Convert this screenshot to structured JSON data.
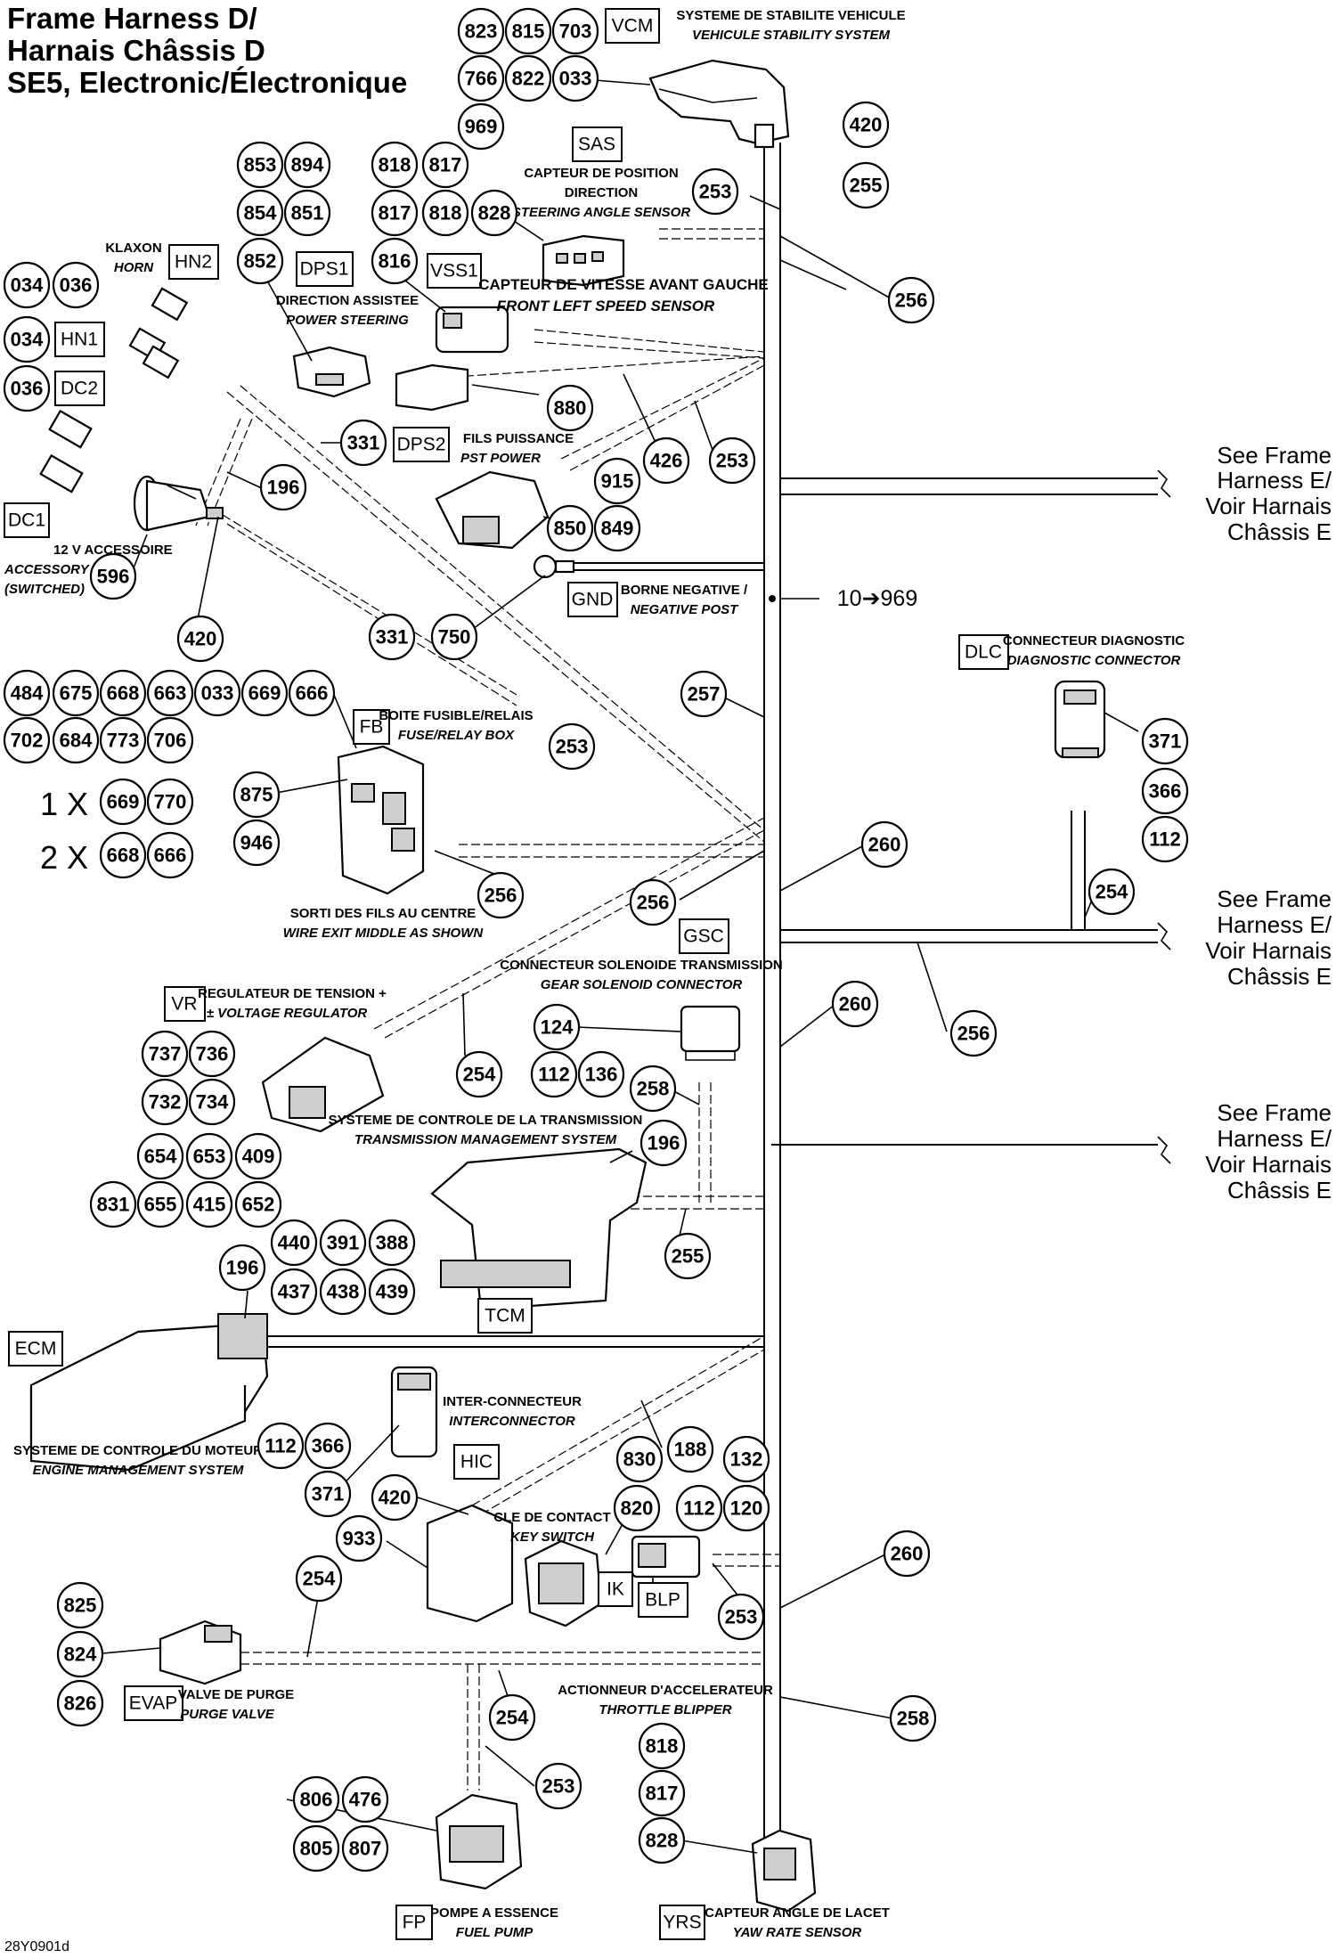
{
  "title": {
    "line1": "Frame Harness D/",
    "line2": "Harnais Châssis D",
    "line3": "SE5, Electronic/Électronique"
  },
  "footer": "28Y0901d",
  "ref_range": "10➔969",
  "multipliers": {
    "one": "1 X",
    "two": "2 X"
  },
  "see_frame": {
    "l1": "See Frame",
    "l2": "Harness E/",
    "l3": "Voir Harnais",
    "l4": "Châssis E"
  },
  "codes": {
    "VCM": "VCM",
    "SAS": "SAS",
    "HN2": "HN2",
    "HN1": "HN1",
    "DC2": "DC2",
    "DC1": "DC1",
    "DPS1": "DPS1",
    "VSS1": "VSS1",
    "DPS2": "DPS2",
    "GND": "GND",
    "DLC": "DLC",
    "FB": "FB",
    "GSC": "GSC",
    "VR": "VR",
    "TCM": "TCM",
    "ECM": "ECM",
    "HIC": "HIC",
    "IK": "IK",
    "BLP": "BLP",
    "EVAP": "EVAP",
    "FP": "FP",
    "YRS": "YRS"
  },
  "labels": {
    "vcm_fr": "SYSTEME DE STABILITE VEHICULE",
    "vcm_en": "VEHICULE STABILITY SYSTEM",
    "sas_fr1": "CAPTEUR DE POSITION",
    "sas_fr2": "DIRECTION",
    "sas_en": "STEERING ANGLE SENSOR",
    "horn_fr": "KLAXON",
    "horn_en": "HORN",
    "dps1_fr": "DIRECTION ASSISTEE",
    "dps1_en": "POWER STEERING",
    "vss1_fr": "CAPTEUR DE VITESSE AVANT GAUCHE",
    "vss1_en": "FRONT LEFT SPEED SENSOR",
    "pst_fr": "FILS PUISSANCE",
    "pst_en": "PST POWER",
    "dc1_fr": "12 V ACCESSOIRE",
    "dc1_en1": "ACCESSORY 12 V",
    "dc1_en2": "(SWITCHED)",
    "gnd_fr": "BORNE NEGATIVE /",
    "gnd_en": "NEGATIVE POST",
    "dlc_fr": "CONNECTEUR DIAGNOSTIC",
    "dlc_en": "DIAGNOSTIC CONNECTOR",
    "fb_fr": "BOITE FUSIBLE/RELAIS",
    "fb_en": "FUSE/RELAY BOX",
    "wire_fr": "SORTI DES FILS AU CENTRE",
    "wire_en": "WIRE EXIT MIDDLE AS SHOWN",
    "gsc_fr": "CONNECTEUR SOLENOIDE TRANSMISSION",
    "gsc_en": "GEAR SOLENOID CONNECTOR",
    "vr_fr": "REGULATEUR DE TENSION +",
    "vr_en": "± VOLTAGE REGULATOR",
    "tcm_fr": "SYSTEME DE CONTROLE DE LA TRANSMISSION",
    "tcm_en": "TRANSMISSION MANAGEMENT SYSTEM",
    "ecm_fr": "SYSTEME DE CONTROLE DU MOTEUR",
    "ecm_en": "ENGINE MANAGEMENT SYSTEM",
    "hic_fr": "INTER-CONNECTEUR",
    "hic_en": "INTERCONNECTOR",
    "ik_fr": "CLE DE CONTACT",
    "ik_en": "KEY SWITCH",
    "blp_fr": "ACTIONNEUR D'ACCELERATEUR",
    "blp_en": "THROTTLE BLIPPER",
    "evap_fr": "VALVE DE PURGE",
    "evap_en": "PURGE VALVE",
    "fp_fr": "POMPE A ESSENCE",
    "fp_en": "FUEL PUMP",
    "yrs_fr": "CAPTEUR ANGLE DE LACET",
    "yrs_en": "YAW RATE SENSOR"
  },
  "parts": {
    "p823": "823",
    "p815": "815",
    "p703": "703",
    "p766": "766",
    "p822": "822",
    "p033a": "033",
    "p969": "969",
    "p420a": "420",
    "p853": "853",
    "p894": "894",
    "p854": "854",
    "p851": "851",
    "p852": "852",
    "p818a": "818",
    "p817a": "817",
    "p817b": "817",
    "p818b": "818",
    "p828a": "828",
    "p816": "816",
    "p253a": "253",
    "p255a": "255",
    "p256a": "256",
    "p034a": "034",
    "p036a": "036",
    "p034b": "034",
    "p036b": "036",
    "p880": "880",
    "p331a": "331",
    "p196a": "196",
    "p426": "426",
    "p253b": "253",
    "p915": "915",
    "p850": "850",
    "p849": "849",
    "p596": "596",
    "p420b": "420",
    "p331b": "331",
    "p750": "750",
    "p484": "484",
    "p675": "675",
    "p668a": "668",
    "p663": "663",
    "p033b": "033",
    "p669a": "669",
    "p666a": "666",
    "p702": "702",
    "p684": "684",
    "p773": "773",
    "p706": "706",
    "p669b": "669",
    "p770": "770",
    "p668b": "668",
    "p666b": "666",
    "p257": "257",
    "p253c": "253",
    "p875": "875",
    "p946": "946",
    "p371a": "371",
    "p366a": "366",
    "p112a": "112",
    "p260a": "260",
    "p256b": "256",
    "p256c": "256",
    "p254a": "254",
    "p256d": "256",
    "p260b": "260",
    "p124": "124",
    "p112b": "112",
    "p136": "136",
    "p258a": "258",
    "p737": "737",
    "p736": "736",
    "p732": "732",
    "p734": "734",
    "p254b": "254",
    "p654": "654",
    "p653": "653",
    "p409": "409",
    "p196b": "196",
    "p831": "831",
    "p655": "655",
    "p415": "415",
    "p652": "652",
    "p440": "440",
    "p391": "391",
    "p388": "388",
    "p437": "437",
    "p438": "438",
    "p439": "439",
    "p255b": "255",
    "p196c": "196",
    "p112c": "112",
    "p366b": "366",
    "p371b": "371",
    "p188": "188",
    "p830": "830",
    "p132": "132",
    "p420c": "420",
    "p820": "820",
    "p112d": "112",
    "p120": "120",
    "p933": "933",
    "p260c": "260",
    "p825": "825",
    "p824": "824",
    "p826": "826",
    "p254c": "254",
    "p253d": "253",
    "p254d": "254",
    "p258b": "258",
    "p253e": "253",
    "p818c": "818",
    "p817c": "817",
    "p828b": "828",
    "p806": "806",
    "p476": "476",
    "p805": "805",
    "p807": "807"
  }
}
